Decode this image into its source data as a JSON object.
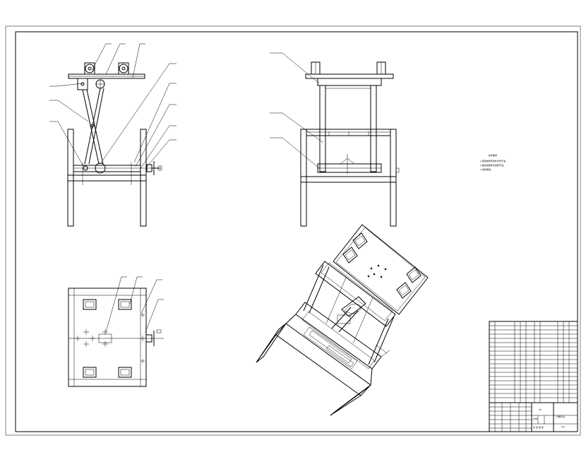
{
  "drawing": {
    "notes": {
      "title": "技术要求",
      "lines": [
        "1.装配前所有零件清洗干净。",
        "2.各运动部件应运转灵活。",
        "3.涂防锈漆。"
      ]
    },
    "title_block": {
      "drawing_name": "升降平台",
      "drawing_number": "SJ-1",
      "company": "XX",
      "scale_label": "比例",
      "sheet_label": "共 张 第 张"
    }
  }
}
